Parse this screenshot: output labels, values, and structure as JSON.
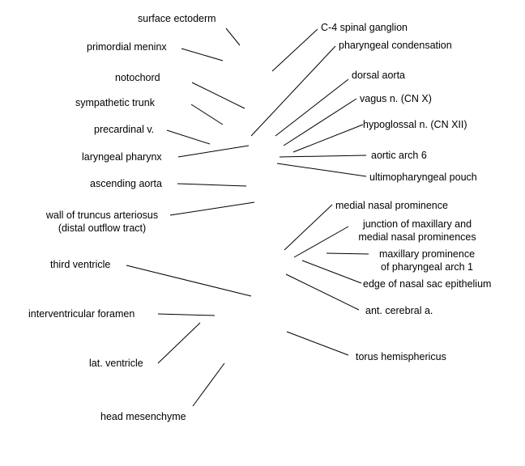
{
  "labels": {
    "surface_ectoderm": "surface ectoderm",
    "primordial_meninx": "primordial meninx",
    "notochord": "notochord",
    "sympathetic_trunk": "sympathetic trunk",
    "precardinal_v": "precardinal v.",
    "laryngeal_pharynx": "laryngeal pharynx",
    "ascending_aorta": "ascending aorta",
    "wall_truncus_line1": "wall of truncus arteriosus",
    "wall_truncus_line2": "(distal outflow tract)",
    "third_ventricle": "third ventricle",
    "interventricular_foramen": "interventricular foramen",
    "lat_ventricle": "lat. ventricle",
    "head_mesenchyme": "head mesenchyme",
    "c4_spinal_ganglion": "C-4 spinal ganglion",
    "pharyngeal_condensation": "pharyngeal condensation",
    "dorsal_aorta": "dorsal aorta",
    "vagus_n": "vagus n. (CN X)",
    "hypoglossal_n": "hypoglossal n. (CN XII)",
    "aortic_arch_6": "aortic arch 6",
    "ultimopharyngeal_pouch": "ultimopharyngeal pouch",
    "medial_nasal_prominence": "medial nasal prominence",
    "junction_line1": "junction of maxillary and",
    "junction_line2": "medial nasal prominences",
    "maxillary_line1": "maxillary prominence",
    "maxillary_line2": "of pharyngeal arch 1",
    "edge_nasal_sac": "edge of nasal sac epithelium",
    "ant_cerebral_a": "ant. cerebral a.",
    "torus_hemisphericus": "torus hemisphericus"
  },
  "colors": {
    "line": "#000000",
    "text": "#000000",
    "background": "#ffffff"
  }
}
